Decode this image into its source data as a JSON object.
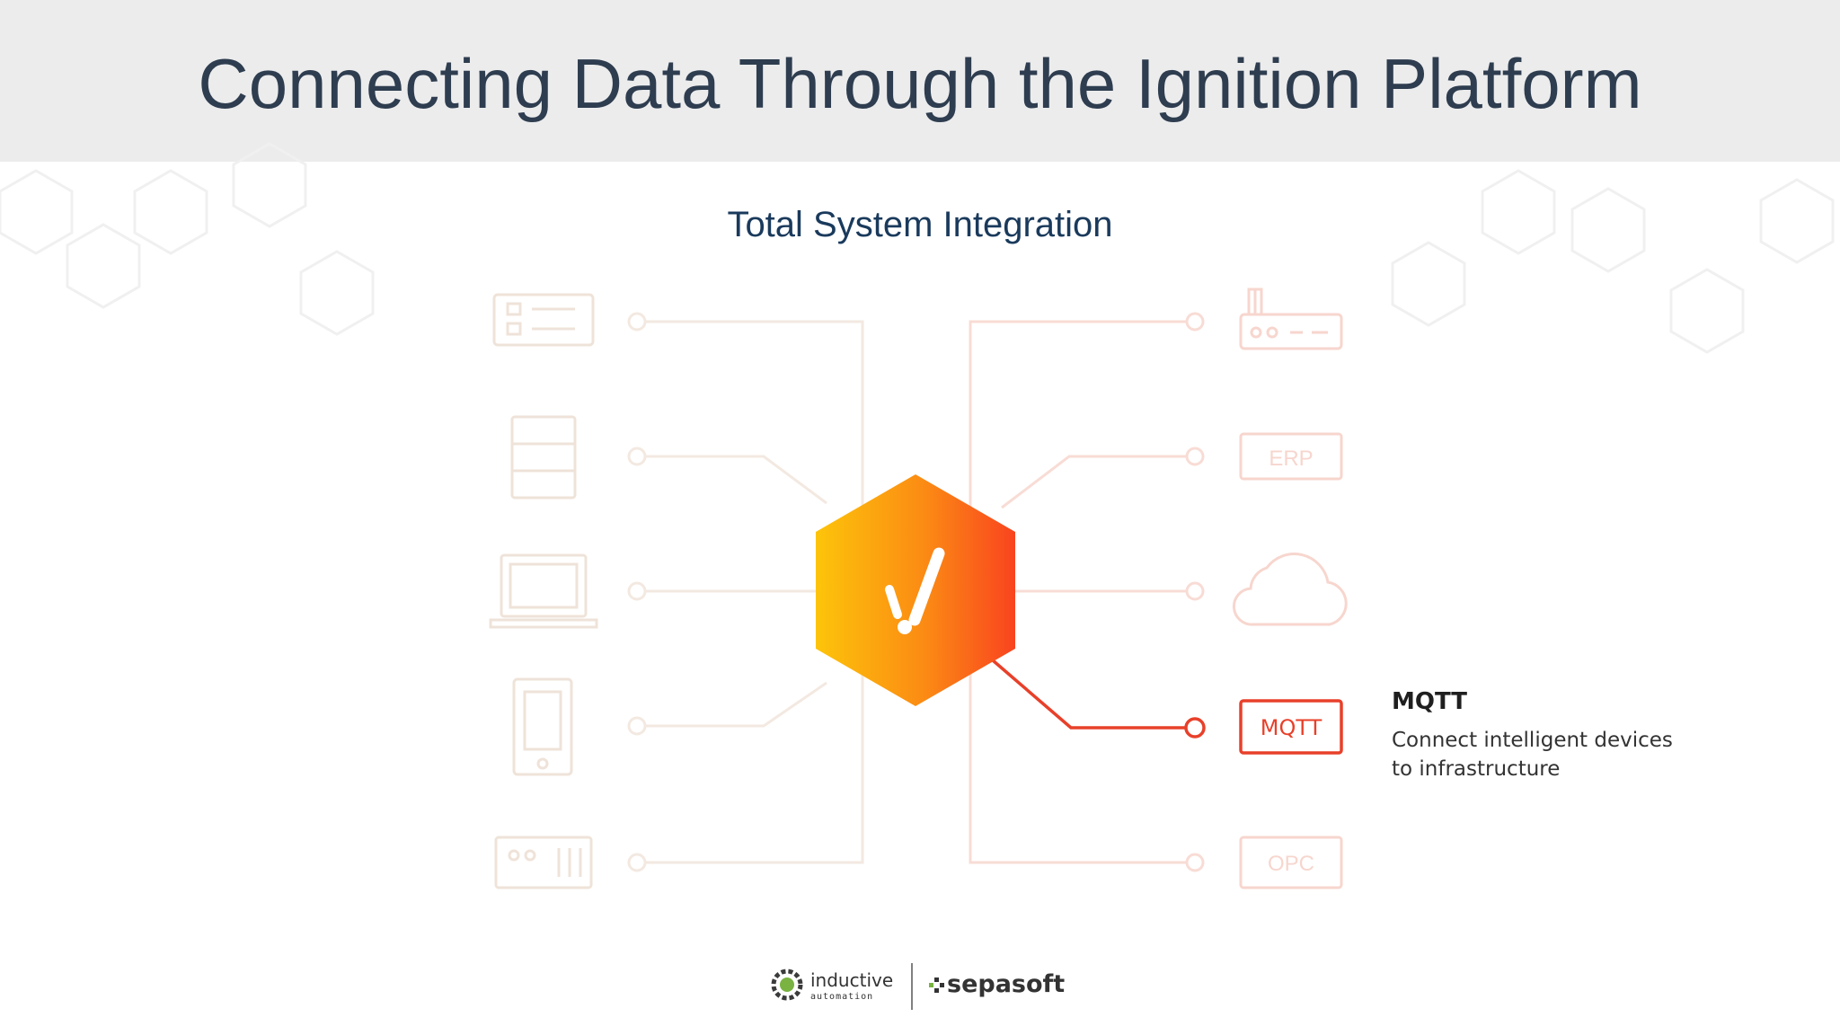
{
  "slide": {
    "title": "Connecting Data Through the Ignition Platform",
    "subtitle": "Total System Integration"
  },
  "diagram": {
    "center_icon": "ignition-logo-icon",
    "left_nodes": [
      "hmi-panel-icon",
      "server-rack-icon",
      "laptop-icon",
      "mobile-device-icon",
      "controller-icon"
    ],
    "right_nodes": [
      {
        "label": "",
        "icon": "router-icon"
      },
      {
        "label": "ERP",
        "icon": "erp-box"
      },
      {
        "label": "",
        "icon": "cloud-icon"
      },
      {
        "label": "MQTT",
        "icon": "mqtt-box"
      },
      {
        "label": "OPC",
        "icon": "opc-box"
      }
    ],
    "highlighted": "MQTT"
  },
  "detail": {
    "title": "MQTT",
    "description": "Connect intelligent devices to infrastructure"
  },
  "logos": {
    "left_name": "inductive",
    "left_sub": "automation",
    "right_name": "sepasoft"
  },
  "colors": {
    "accent": "#e8402a",
    "faded": "#f7d9d2",
    "faded_left": "#f1e6dc",
    "title_bg": "#ececed",
    "title_text": "#2e3d4f",
    "subtitle_text": "#1a3a5c"
  }
}
